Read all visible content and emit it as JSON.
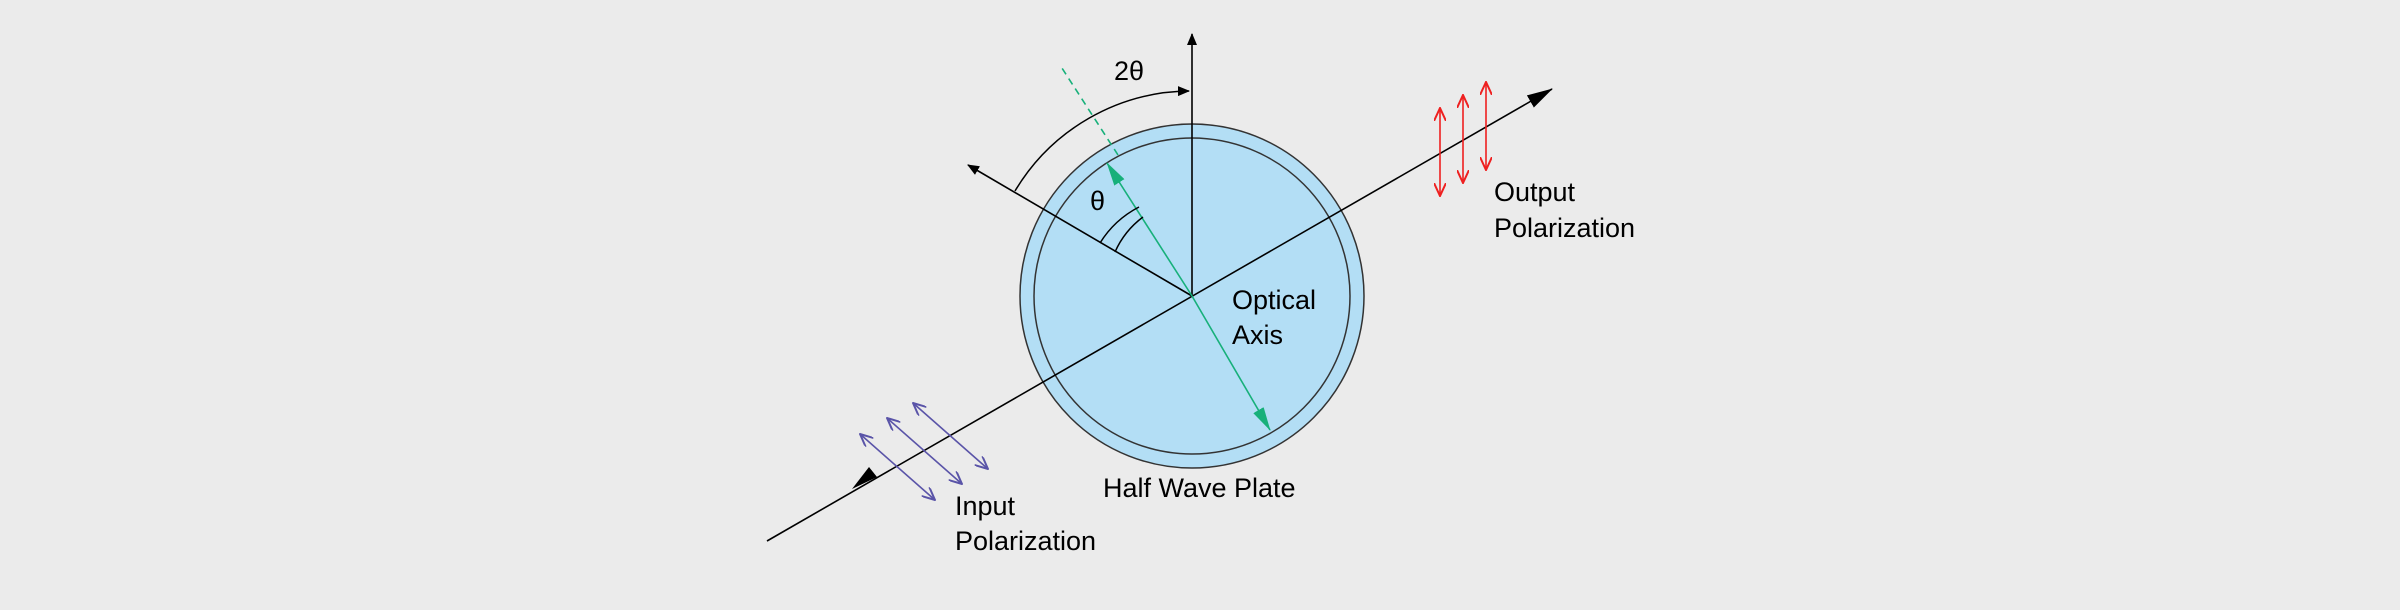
{
  "labels": {
    "two_theta": "2θ",
    "theta": "θ",
    "optical_axis_line1": "Optical",
    "optical_axis_line2": "Axis",
    "plate": "Half Wave Plate",
    "output_line1": "Output",
    "output_line2": "Polarization",
    "input_line1": "Input",
    "input_line2": "Polarization"
  },
  "colors": {
    "background": "#ebebeb",
    "plate_fill": "#b3def5",
    "plate_stroke": "#333333",
    "optical_axis": "#17b07a",
    "input_polarization": "#5a54a8",
    "output_polarization": "#ee2020",
    "lines": "#000000"
  }
}
